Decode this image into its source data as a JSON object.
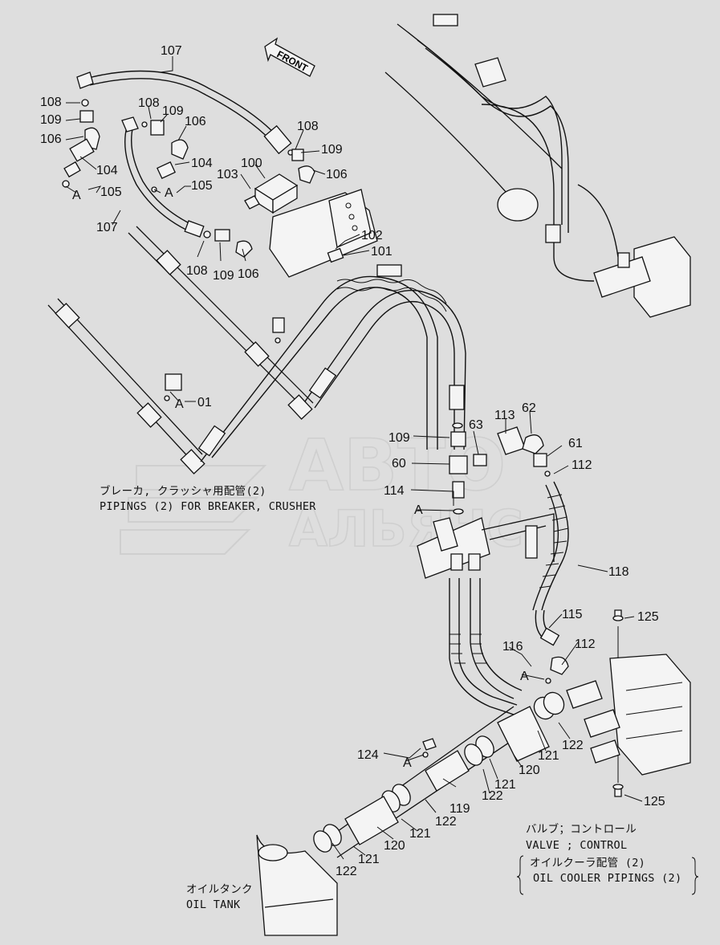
{
  "watermark": {
    "line1": "АВТО",
    "line2": "АЛЬЯНС"
  },
  "front_arrow": "FRONT",
  "captions": {
    "breaker_jp": "ブレーカ, クラッシャ用配管(2)",
    "breaker_en": "PIPINGS (2)  FOR BREAKER, CRUSHER",
    "valve_jp": "バルブ；コントロール",
    "valve_en": "VALVE ; CONTROL",
    "cooler_jp": "オイルクーラ配管 (2)",
    "cooler_en": "OIL COOLER PIPINGS (2)",
    "tank_jp": "オイルタンク",
    "tank_en": "OIL TANK"
  },
  "callouts": {
    "c107a": "107",
    "c108a": "108",
    "c109a": "109",
    "c106a": "106",
    "c104a": "104",
    "cAa": "A",
    "c105a": "105",
    "c107b": "107",
    "c108b": "108",
    "c109b": "109",
    "c106b": "106",
    "c104b": "104",
    "cAb": "A",
    "c105b": "105",
    "c103": "103",
    "c100": "100",
    "c108c": "108",
    "c109c": "109",
    "c106c": "106",
    "c102": "102",
    "c101": "101",
    "c108d": "108",
    "c109d": "109",
    "c106d": "106",
    "cAc": "A",
    "c01": "01",
    "c109e": "109",
    "c63": "63",
    "c113": "113",
    "c62": "62",
    "c61": "61",
    "c112a": "112",
    "c60": "60",
    "c114": "114",
    "cAd": "A",
    "c118": "118",
    "c115": "115",
    "c125a": "125",
    "c116": "116",
    "c112b": "112",
    "cAe": "A",
    "c124": "124",
    "cAf": "A",
    "c122a": "122",
    "c121a": "121",
    "c120a": "120",
    "c121b": "121",
    "c122b": "122",
    "c119": "119",
    "c122c": "122",
    "c121c": "121",
    "c120b": "120",
    "c121d": "121",
    "c122d": "122",
    "c125b": "125"
  }
}
